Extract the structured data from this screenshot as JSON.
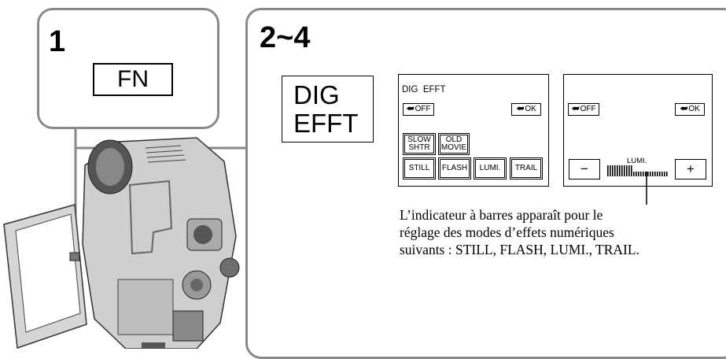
{
  "step1": {
    "number": "1",
    "button_label": "FN"
  },
  "step2": {
    "number": "2~4",
    "dig_label_line1": "DIG",
    "dig_label_line2": "EFFT",
    "menu_screen": {
      "title": "DIG  EFFT",
      "off_label": "OFF",
      "ok_label": "OK",
      "slow_shtr_line1": "SLOW",
      "slow_shtr_line2": "SHTR",
      "old_movie_line1": "OLD",
      "old_movie_line2": "MOVIE",
      "bottom_buttons": [
        "STILL",
        "FLASH",
        "LUMI.",
        "TRAIL"
      ]
    },
    "adjust_screen": {
      "off_label": "OFF",
      "ok_label": "OK",
      "minus_label": "−",
      "plus_label": "+",
      "bar_label": "LUMI."
    },
    "note_lines": [
      "L’indicateur à barres apparaît pour le",
      "réglage des modes d’effets numériques",
      "suivants : STILL, FLASH, LUMI., TRAIL."
    ]
  },
  "icons": {
    "return": "⮨",
    "camera": "camcorder-illustration"
  },
  "colors": {
    "panel_border": "#8a8a8a",
    "camera_body": "#c8c8c8",
    "camera_dark": "#6e6e6e"
  }
}
